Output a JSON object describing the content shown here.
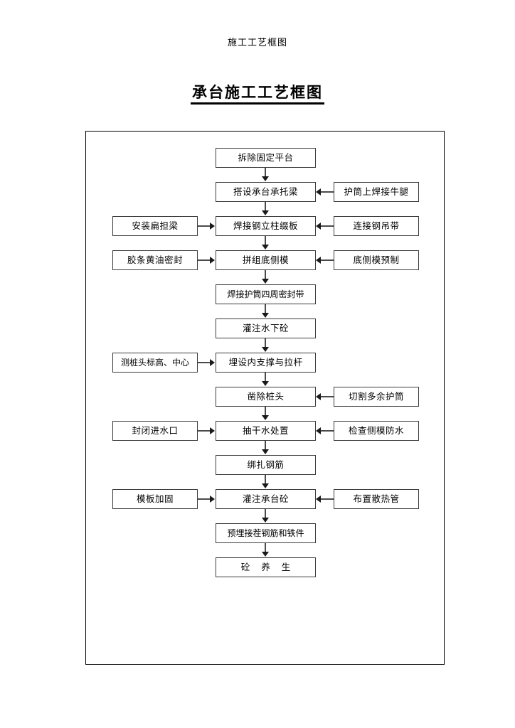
{
  "page": {
    "header_text": "施工工艺框图",
    "title": "承台施工工艺框图"
  },
  "flow": {
    "main_steps": [
      {
        "id": "s1",
        "label": "拆除固定平台"
      },
      {
        "id": "s2",
        "label": "搭设承台承托梁"
      },
      {
        "id": "s3",
        "label": "焊接钢立柱缀板"
      },
      {
        "id": "s4",
        "label": "拼组底侧模"
      },
      {
        "id": "s5",
        "label": "焊接护筒四周密封带"
      },
      {
        "id": "s6",
        "label": "灌注水下砼"
      },
      {
        "id": "s7",
        "label": "埋设内支撑与拉杆"
      },
      {
        "id": "s8",
        "label": "凿除桩头"
      },
      {
        "id": "s9",
        "label": "抽干水处置"
      },
      {
        "id": "s10",
        "label": "绑扎钢筋"
      },
      {
        "id": "s11",
        "label": "灌注承台砼"
      },
      {
        "id": "s12",
        "label": "预埋接茬钢筋和铁件"
      },
      {
        "id": "s13",
        "label": "砼 养 生"
      }
    ],
    "left_inputs": [
      {
        "target": "s3",
        "label": "安装扁担梁"
      },
      {
        "target": "s4",
        "label": "胶条黄油密封"
      },
      {
        "target": "s7",
        "label": "测桩头标高、中心"
      },
      {
        "target": "s9",
        "label": "封闭进水口"
      },
      {
        "target": "s11",
        "label": "模板加固"
      }
    ],
    "right_inputs": [
      {
        "target": "s2",
        "label": "护筒上焊接牛腿"
      },
      {
        "target": "s3",
        "label": "连接钢吊带"
      },
      {
        "target": "s4",
        "label": "底侧模预制"
      },
      {
        "target": "s8",
        "label": "切割多余护筒"
      },
      {
        "target": "s9",
        "label": "检查侧模防水"
      },
      {
        "target": "s11",
        "label": "布置散热管"
      }
    ]
  },
  "colors": {
    "line": "#4a4a4a",
    "border": "#3b3b3b",
    "frame": "#000000",
    "text": "#000000"
  }
}
